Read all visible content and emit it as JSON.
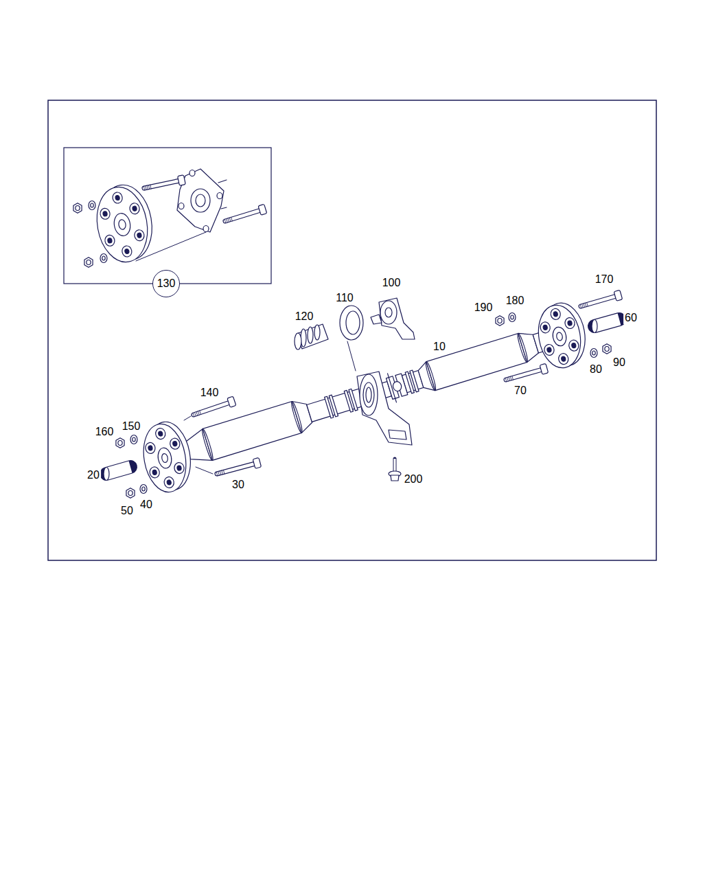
{
  "diagram": {
    "nodes": [
      {
        "text": [
          "130"
        ]
      }
    ],
    "labels": [
      "10",
      "20",
      "30",
      "40",
      "50",
      "60",
      "70",
      "80",
      "90",
      "100",
      "110",
      "120",
      "140",
      "150",
      "160",
      "170",
      "180",
      "190",
      "200"
    ]
  }
}
